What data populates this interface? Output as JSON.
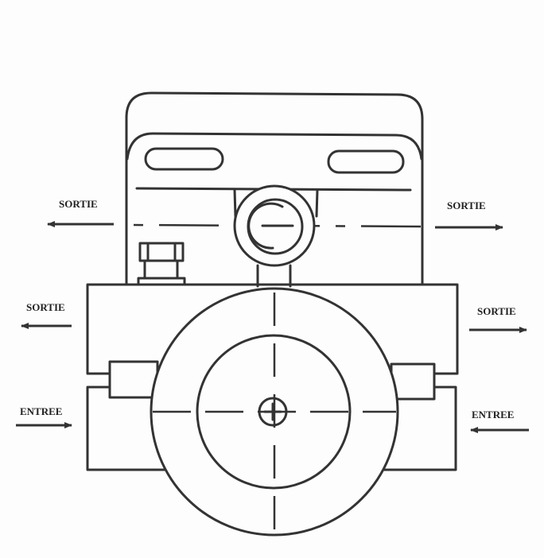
{
  "labels": {
    "top_left": "SORTIE",
    "top_right": "SORTIE",
    "mid_left": "SORTIE",
    "mid_right": "SORTIE",
    "bottom_left": "ENTREE",
    "bottom_right": "ENTREE"
  },
  "colors": {
    "line": "#333333",
    "background": "#fdfdfd"
  }
}
